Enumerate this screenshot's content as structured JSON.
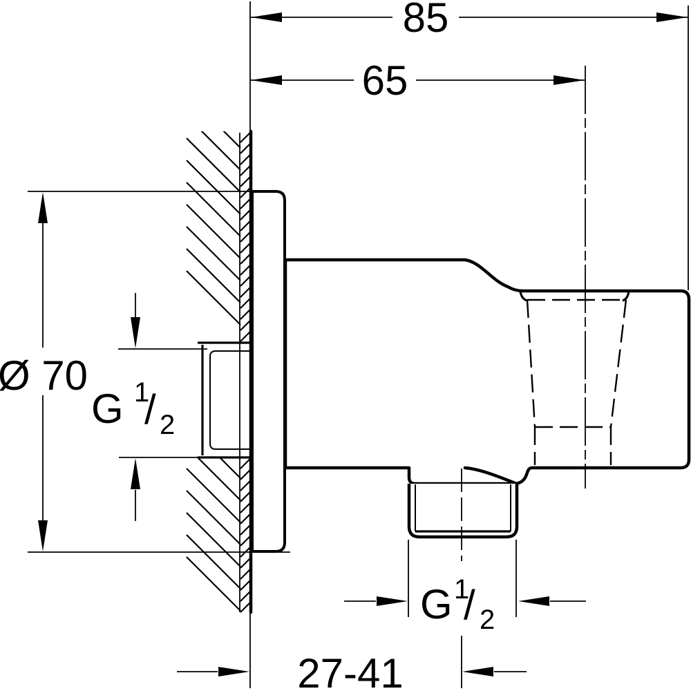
{
  "drawing": {
    "type": "technical-dimension-drawing",
    "subject": "wall-mounted shower outlet elbow with hand shower holder, side section view",
    "colors": {
      "line": "#000000",
      "background": "#ffffff"
    },
    "dimensions": {
      "overall_depth": "85",
      "holder_depth": "65",
      "plate_diameter": "Ø 70",
      "outlet_offset_range": "27-41",
      "wall_thread": {
        "g": "G",
        "num": "1",
        "slash": "/",
        "den": "2",
        "label": "G 1/2"
      },
      "outlet_thread": {
        "g": "G",
        "num": "1",
        "slash": "/",
        "den": "2",
        "label": "G 1/2"
      }
    }
  }
}
